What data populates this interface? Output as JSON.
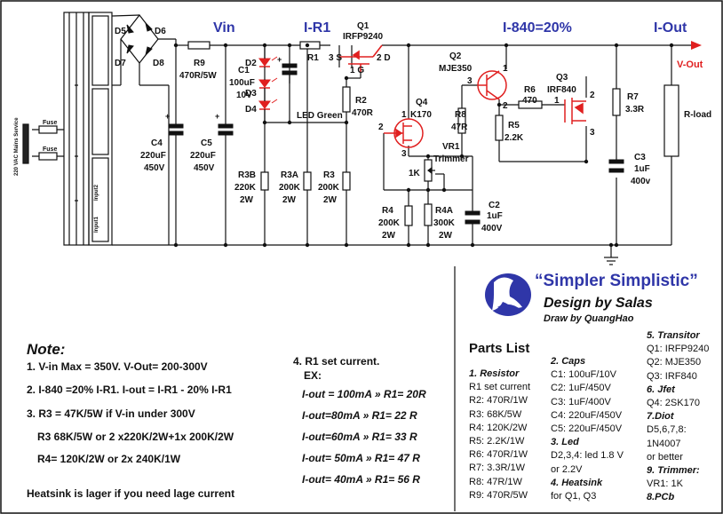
{
  "header": {
    "vin": "Vin",
    "ir1": "I-R1",
    "i840": "I-840=20%",
    "iout": "I-Out",
    "vout": "V-Out"
  },
  "components": {
    "d5": "D5",
    "d6": "D6",
    "d7": "D7",
    "d8": "D8",
    "r9": "R9",
    "r9v": "470R/5W",
    "c1": "C1",
    "c1v1": "100uF",
    "c1v2": "10V",
    "d2": "D2",
    "d3": "D3",
    "d4": "D4",
    "led": "LED Green",
    "r1": "R1",
    "q1": "Q1",
    "q1t": "IRFP9240",
    "q1s": "3 S",
    "q1d": "2 D",
    "q1g": "1 G",
    "r2": "R2",
    "r2v": "470R",
    "c4": "C4",
    "c4v1": "220uF",
    "c4v2": "450V",
    "c5": "C5",
    "c5v1": "220uF",
    "c5v2": "450V",
    "r3b": "R3B",
    "r3bv1": "220K",
    "r3bv2": "2W",
    "r3a": "R3A",
    "r3av1": "200K",
    "r3av2": "2W",
    "r3": "R3",
    "r3v1": "200K",
    "r3v2": "2W",
    "q4": "Q4",
    "q4t": "K170",
    "r8": "R8",
    "r8v": "47R",
    "vr1": "VR1",
    "vr1t": "Trimmer",
    "vr1v": "1K",
    "r4": "R4",
    "r4v1": "200K",
    "r4v2": "2W",
    "r4a": "R4A",
    "r4av1": "300K",
    "r4av2": "2W",
    "c2": "C2",
    "c2v1": "1uF",
    "c2v2": "400V",
    "q2": "Q2",
    "q2t": "MJE350",
    "r6": "R6",
    "r6v": "470",
    "r5": "R5",
    "r5v": "2.2K",
    "q3": "Q3",
    "q3t": "IRF840",
    "r7": "R7",
    "r7v": "3.3R",
    "c3": "C3",
    "c3v1": "1uF",
    "c3v2": "400v",
    "rload": "R-load",
    "fuse1": "Fuse",
    "fuse2": "Fuse",
    "mains": "220 VAC Mains Service",
    "input1": "Input1",
    "input2": "Input2",
    "pin1": "1",
    "pin2": "2",
    "pin3": "3"
  },
  "title_block": {
    "title": "“Simpler Simplistic”",
    "design": "Design by Salas",
    "draw": "Draw by QuangHao"
  },
  "notes": {
    "heading": "Note:",
    "n1": "1. V-in Max = 350V.  V-Out= 200-300V",
    "n2": "2. I-840 =20% I-R1. I-out = I-R1 - 20% I-R1",
    "n3": "3. R3 = 47K/5W if V-in under 300V",
    "n3b": "R3 68K/5W or 2 x220K/2W+1x 200K/2W",
    "n3c": "R4= 120K/2W or 2x 240K/1W",
    "n5": "Heatsink is lager if you need lage current",
    "n4": "4. R1 set current.",
    "ex": "EX:",
    "ex1": "I-out = 100mA » R1= 20R",
    "ex2": "I-out=80mA » R1= 22 R",
    "ex3": "I-out=60mA » R1= 33 R",
    "ex4": "I-out= 50mA »  R1= 47 R",
    "ex5": "I-out= 40mA » R1= 56 R"
  },
  "parts": {
    "heading": "Parts List",
    "col1": [
      "1. Resistor",
      "R1 set current",
      "R2: 470R/1W",
      "R3: 68K/5W",
      "R4: 120K/2W",
      "R5: 2.2K/1W",
      "R6: 470R/1W",
      "R7: 3.3R/1W",
      "R8: 47R/1W",
      "R9: 470R/5W"
    ],
    "col2": [
      "2. Caps",
      "C1: 100uF/10V",
      "C2: 1uF/450V",
      "C3: 1uF/400V",
      "C4: 220uF/450V",
      "C5: 220uF/450V",
      "3. Led",
      "D2,3,4: led 1.8 V",
      "or 2.2V",
      "4. Heatsink",
      "for Q1, Q3"
    ],
    "col3": [
      "5. Transitor",
      "Q1:  IRFP9240",
      "Q2:  MJE350",
      "Q3: IRF840",
      "6. Jfet",
      "Q4: 2SK170",
      "7.Diot",
      "D5,6,7,8:",
      "1N4007",
      "or better",
      "9. Trimmer:",
      "VR1: 1K",
      "8.PCb"
    ]
  },
  "colors": {
    "accent": "#2f36a8",
    "red": "#e02020",
    "ink": "#111111"
  }
}
